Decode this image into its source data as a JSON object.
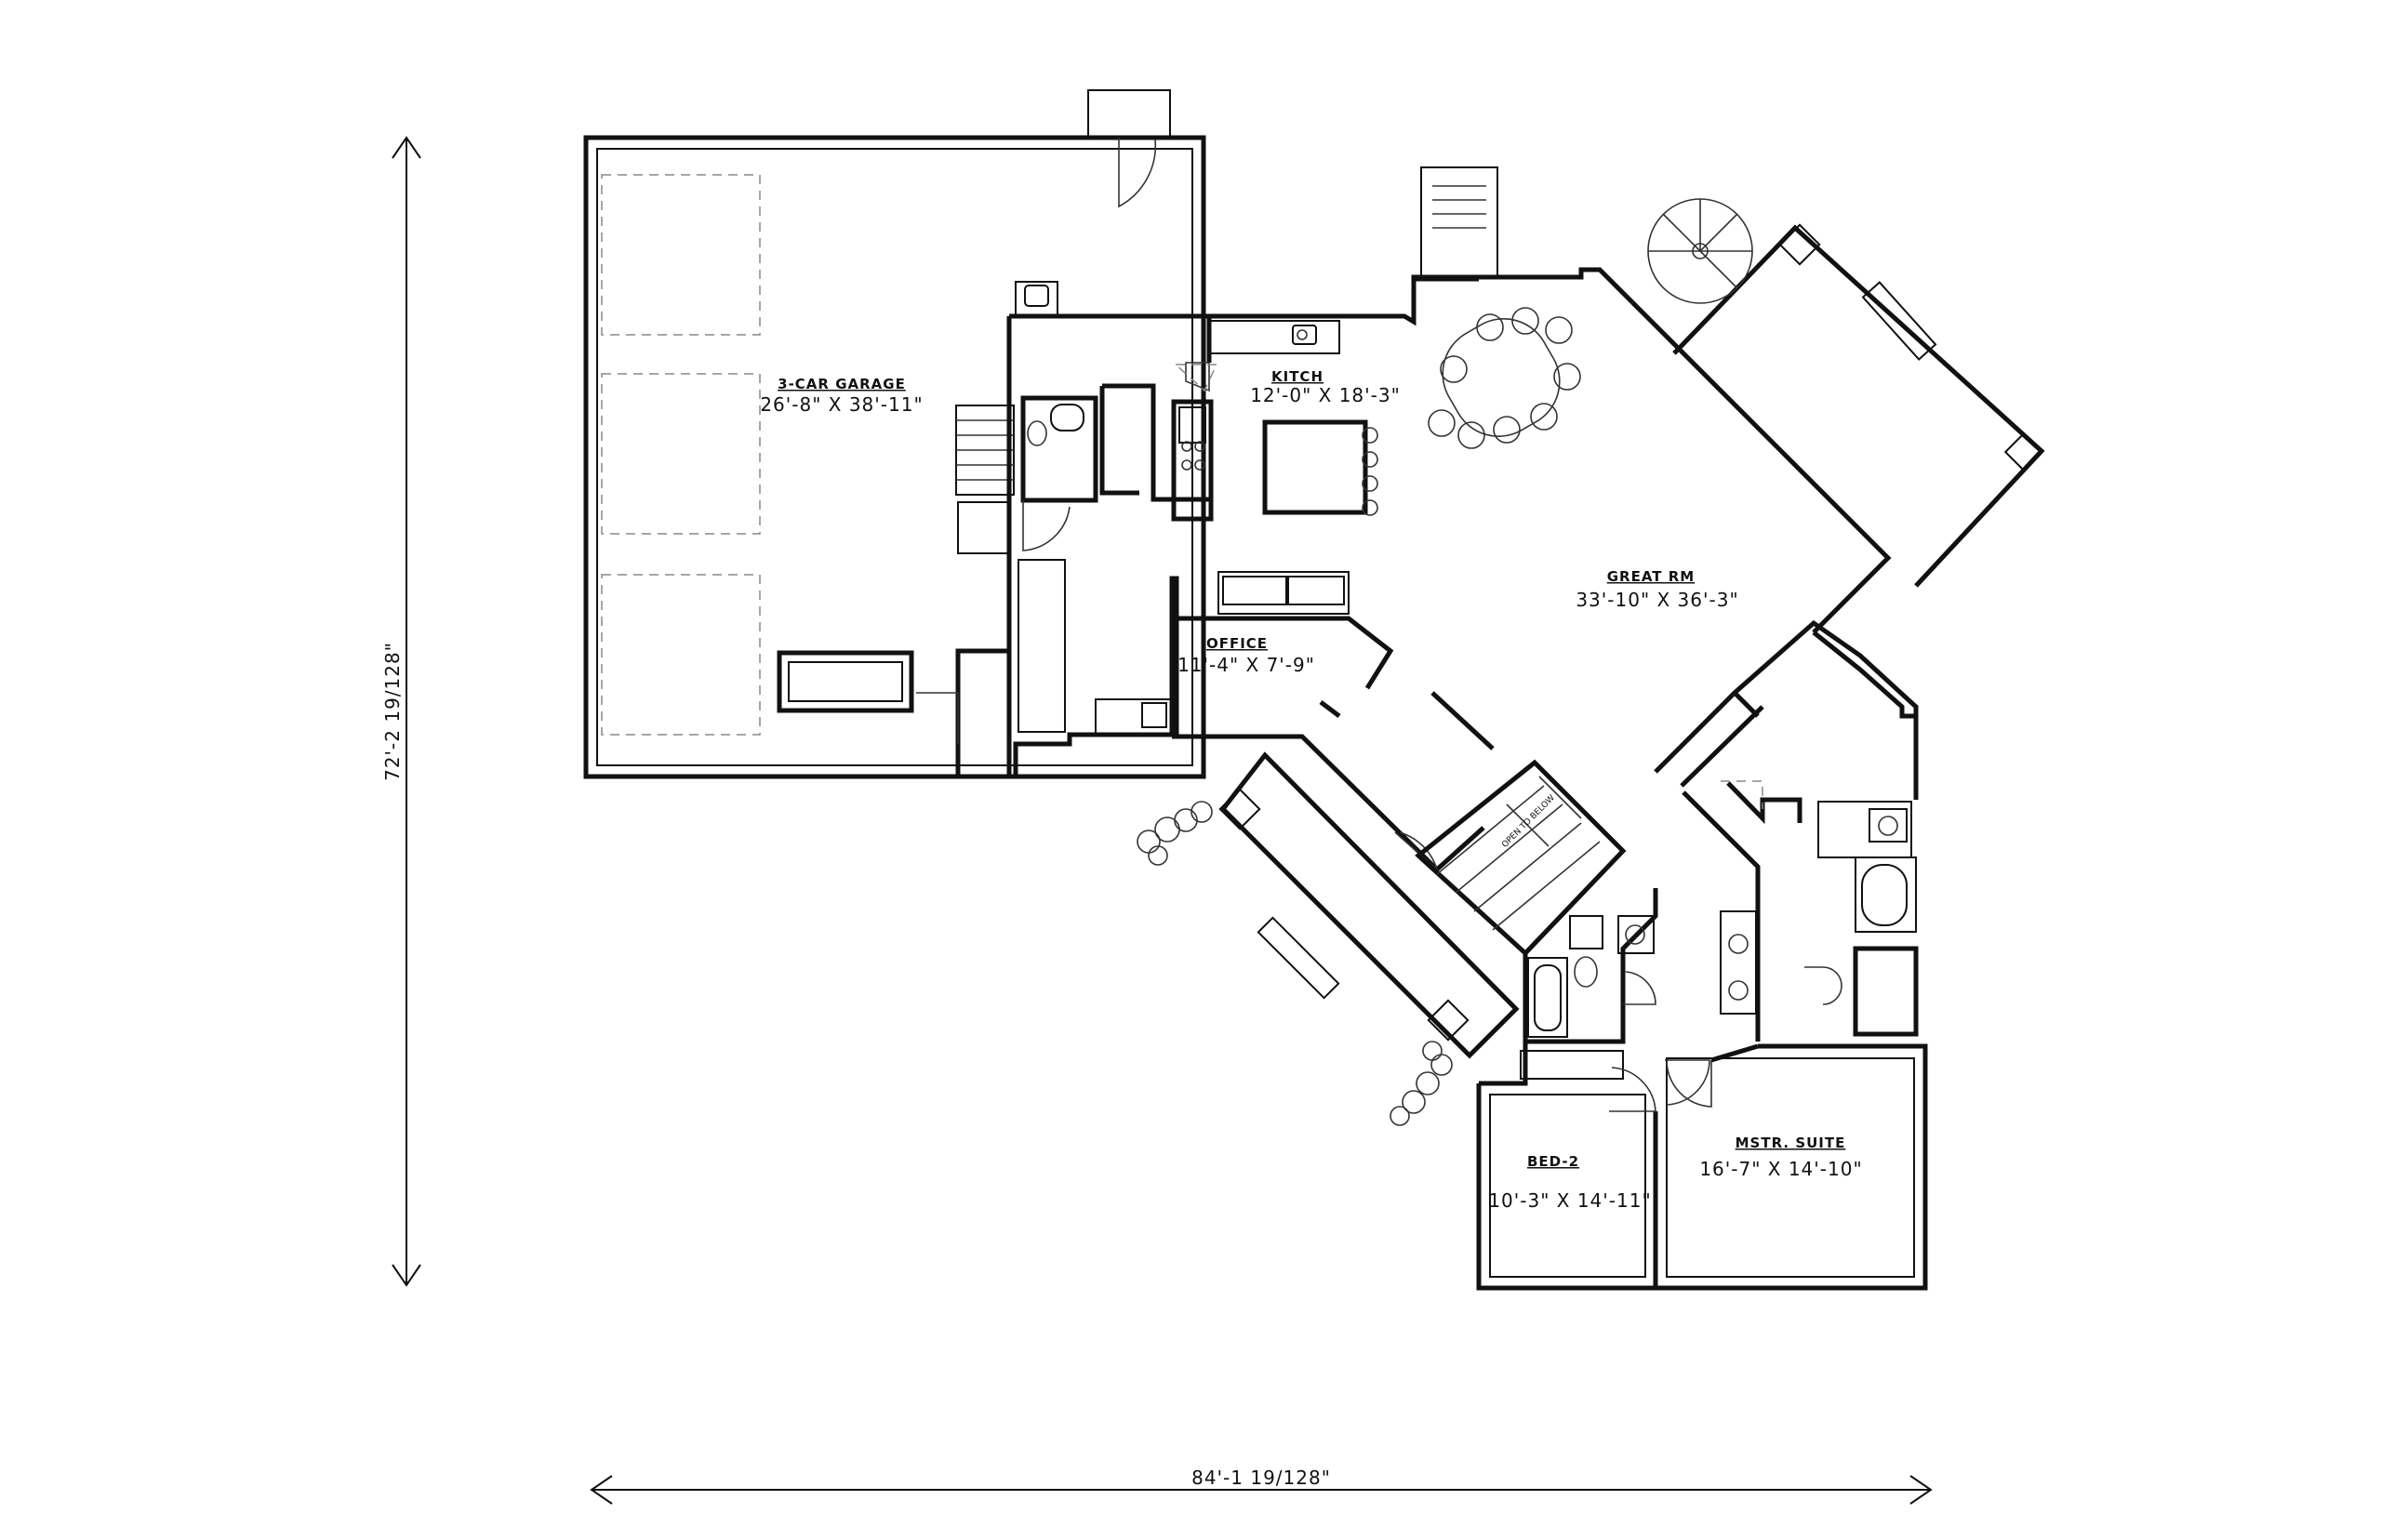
{
  "rooms": {
    "garage": {
      "name": "3-CAR GARAGE",
      "dims": "26'-8\" X 38'-11\""
    },
    "kitchen": {
      "name": "KITCH",
      "dims": "12'-0\" X 18'-3\""
    },
    "great_room": {
      "name": "GREAT RM",
      "dims": "33'-10\" X 36'-3\""
    },
    "office": {
      "name": "OFFICE",
      "dims": "11'-4\" X 7'-9\""
    },
    "bed2": {
      "name": "BED-2",
      "dims": "10'-3\" X 14'-11\""
    },
    "master": {
      "name": "MSTR. SUITE",
      "dims": "16'-7\" X 14'-10\""
    }
  },
  "stair_note": "OPEN TO BELOW",
  "overall": {
    "width": "84'-1 19/128\"",
    "height": "72'-2 19/128\""
  }
}
